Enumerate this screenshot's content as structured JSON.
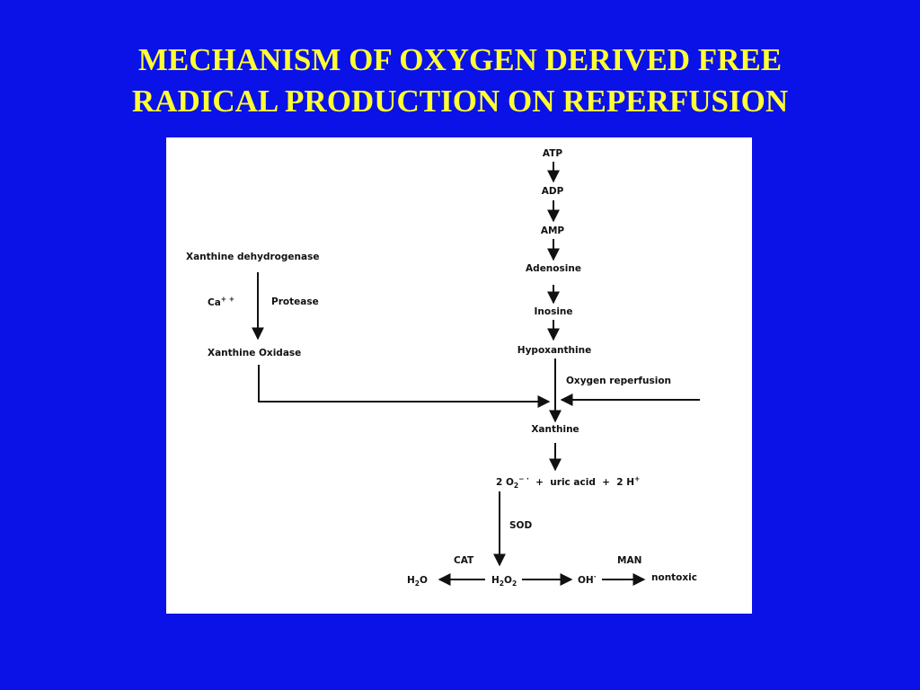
{
  "slide": {
    "title_line1": "MECHANISM OF OXYGEN DERIVED FREE",
    "title_line2": "RADICAL PRODUCTION ON REPERFUSION"
  },
  "diagram": {
    "pathway_right": [
      "ATP",
      "ADP",
      "AMP",
      "Adenosine",
      "Inosine",
      "Hypoxanthine"
    ],
    "oxygen_reperfusion": "Oxygen reperfusion",
    "xanthine": "Xanthine",
    "left": {
      "xdh": "Xanthine dehydrogenase",
      "ca": "Ca",
      "ca_charge": "+ +",
      "protease": "Protease",
      "xo": "Xanthine Oxidase"
    },
    "products": {
      "o2_coef": "2 O",
      "o2_sub": "2",
      "o2_charge": "− ·",
      "plus1": "+",
      "uric": "uric acid",
      "plus2": "+",
      "h_coef": "2 H",
      "h_charge": "+"
    },
    "enzymes": {
      "sod": "SOD",
      "cat": "CAT",
      "man": "MAN"
    },
    "final": {
      "h2o_a": "H",
      "h2o_sub": "2",
      "h2o_b": "O",
      "h2o2_a": "H",
      "h2o2_sub1": "2",
      "h2o2_b": "O",
      "h2o2_sub2": "2",
      "oh": "OH",
      "oh_dot": "·",
      "nontoxic": "nontoxic"
    }
  }
}
